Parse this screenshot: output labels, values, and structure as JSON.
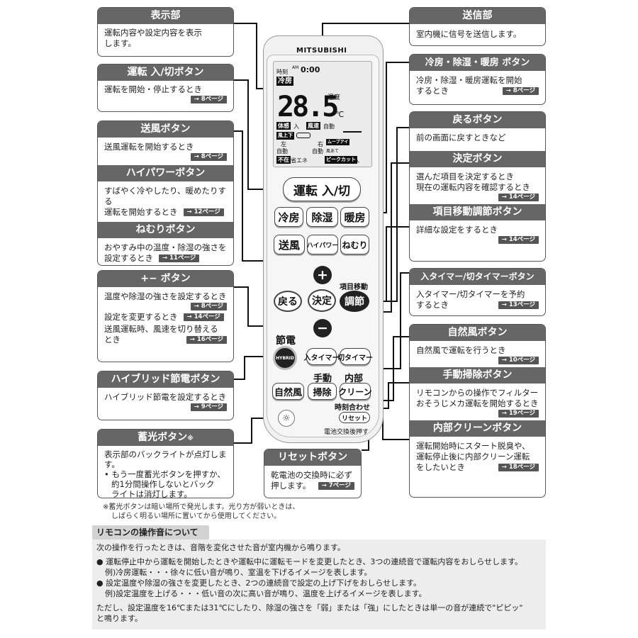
{
  "remote": {
    "brand": "MITSUBISHI",
    "lcd": {
      "clock_label": "時刻",
      "am": "AM",
      "clock_value": "0:00",
      "mode": "冷房",
      "humidity": "湿度",
      "temp": "28.5",
      "temp_unit": "℃",
      "taikan": "体感",
      "taikan_on": "入",
      "fuko": "風速",
      "fuko_auto": "自動",
      "fukoji": "風上下",
      "left": "左",
      "left_auto": "自動",
      "right": "右",
      "right_auto": "自動",
      "ruavoid": "ムーブアイ",
      "kazeate": "風あて",
      "fuzai": "不在",
      "shoene": "省エネ",
      "peakcut": "ピークカット",
      "peakcut_on": "入"
    },
    "power_button": "運転 入/切",
    "mode_buttons": [
      "冷房",
      "除湿",
      "暖房"
    ],
    "fan_buttons": [
      "送風",
      "ハイパワー",
      "ねむり"
    ],
    "up_symbol": "+",
    "down_symbol": "−",
    "back_button": "戻る",
    "decide_button": "決定",
    "adjust_label": "項目移動",
    "adjust_button": "調節",
    "setsuden_label": "節電",
    "hybrid_button": "HYBRID",
    "timer_on_button": "入タイマー",
    "timer_off_button": "切タイマー",
    "manual_label": "手動",
    "internal_label": "内部",
    "natural_button": "自然風",
    "clean_button": "掃除",
    "internal_clean_button": "クリーン",
    "clock_set_label": "時刻合わせ",
    "reset_button": "リセット",
    "battery_label": "電池交換後押す"
  },
  "left_boxes": {
    "display": {
      "title": "表示部",
      "body": [
        "運転内容や設定内容を表示",
        "します。"
      ]
    },
    "power": {
      "title": "運転 入/切ボタン",
      "body": "運転を開始・停止するとき",
      "ref": "→ 8ページ"
    },
    "fan": {
      "title": "送風ボタン",
      "body": "送風運転を開始するとき",
      "ref": "→ 8ページ"
    },
    "hipower": {
      "title": "ハイパワーボタン",
      "body": [
        "すばやく冷やしたり、暖めたりする",
        "運転を開始するとき"
      ],
      "ref": "→ 12ページ"
    },
    "sleep": {
      "title": "ねむりボタン",
      "body": [
        "おやすみ中の温度・除湿の強さを",
        "設定するとき"
      ],
      "ref": "→ 11ページ"
    },
    "plusminus": {
      "title": "+− ボタン",
      "line1": "温度や除湿の強さを設定するとき",
      "ref1": "→ 8ページ",
      "line2": "設定を変更するとき",
      "ref2": "→ 14ページ",
      "line3": [
        "送風運転時、風速を切り替える",
        "とき"
      ],
      "ref3": "→ 16ページ"
    },
    "hybrid": {
      "title": "ハイブリッド節電ボタン",
      "body": "ハイブリッド節電を設定するとき",
      "ref": "→ 9ページ"
    },
    "light": {
      "title": "蓄光ボタン",
      "title_mark": "※",
      "body": "表示部のバックライトが点灯します。",
      "bullet": [
        "• もう一度蓄光ボタンを押すか、",
        "約1分間操作しないとバック",
        "ライトは消灯します。"
      ]
    }
  },
  "right_boxes": {
    "send": {
      "title": "送信部",
      "body": "室内機に信号を送信します。"
    },
    "mode": {
      "title": "冷房・除湿・暖房 ボタン",
      "body": [
        "冷房・除湿・暖房運転を開始",
        "するとき"
      ],
      "ref": "→ 8ページ"
    },
    "back": {
      "title": "戻るボタン",
      "body": "前の画面に戻すときなど"
    },
    "decide": {
      "title": "決定ボタン",
      "body": [
        "選んだ項目を決定するとき",
        "現在の運転内容を確認するとき"
      ],
      "ref": "→ 14ページ"
    },
    "adjust": {
      "title": "項目移動調節ボタン",
      "body": "詳細な設定をするとき",
      "ref": "→ 14ページ"
    },
    "timer": {
      "title": "入タイマー/切タイマーボタン",
      "body": [
        "入タイマー/切タイマーを予約",
        "するとき"
      ],
      "ref": "→ 13ページ"
    },
    "natural": {
      "title": "自然風ボタン",
      "body": "自然風で運転を行うとき",
      "ref": "→ 10ページ"
    },
    "manual": {
      "title": "手動掃除ボタン",
      "body": [
        "リモコンからの操作でフィルター",
        "おそうじメカ運転を開始するとき"
      ],
      "ref": "→ 19ページ"
    },
    "internal": {
      "title": "内部クリーンボタン",
      "body": [
        "運転開始時にスタート脱臭や、",
        "運転停止後に内部クリーン運転",
        "をしたいとき"
      ],
      "ref": "→ 18ページ"
    }
  },
  "reset_box": {
    "title": "リセットボタン",
    "body": [
      "乾電池の交換時に必ず",
      "押します。"
    ],
    "ref": "→ 7ページ"
  },
  "footnote": [
    "※蓄光ボタンは暗い場所で発光します。光り方が弱いときは、",
    "しばらく明るい場所に置いてから使用してください。"
  ],
  "sound_section": {
    "title": "リモコンの操作音について",
    "intro": "次の操作を行ったときは、音階を変化させた音が室内機から鳴ります。",
    "bullet1": "● 運転停止中から運転を開始したときや運転中に運転モードを変更したとき、3つの連続音で運転内容をおしらせします。",
    "example1": "例)冷房運転・・・徐々に低い音が鳴り、室温を下げるイメージを表します。",
    "bullet2": "● 設定温度や除湿の強さを変更したとき、2つの連続音で設定の上げ下げをおしらせします。",
    "example2": "例)設定温度を上げる・・・低い音の次に高い音が鳴り、温度を上げるイメージを表します。",
    "closing": [
      "ただし、設定温度を16℃または31℃にしたり、除湿の強さを「弱」または「強」にしたときは単一の音が連続で\"ピピッ\"",
      "と鳴ります。"
    ]
  },
  "colors": {
    "header": "#666666",
    "ref_bg": "#555555",
    "section_bg": "#ededed"
  }
}
